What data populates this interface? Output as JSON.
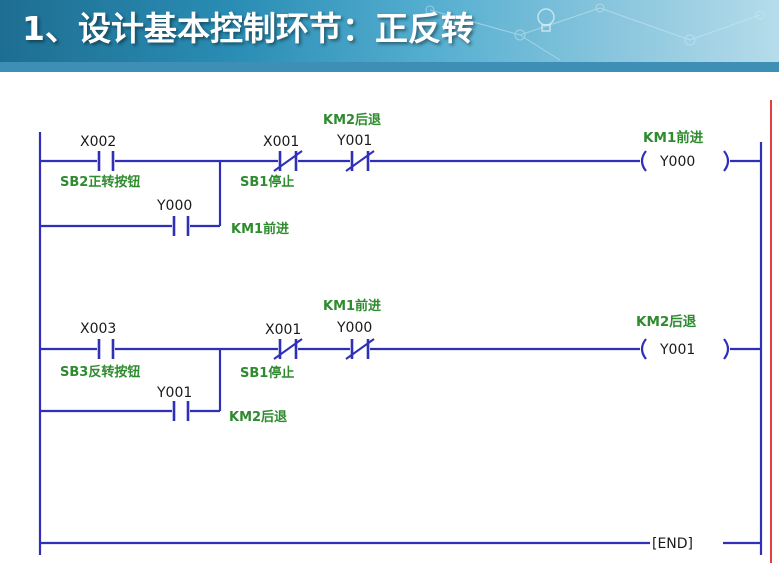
{
  "header": {
    "title": "1、设计基本控制环节：正反转"
  },
  "colors": {
    "wire": "#2f2fb8",
    "label_black": "#1a1a1a",
    "label_green": "#2e8b2e",
    "accent_red": "#e04040"
  },
  "rung1": {
    "start_contact": {
      "addr": "X002",
      "label": "SB2正转按钮"
    },
    "seal_contact": {
      "addr": "Y000",
      "label": "KM1前进"
    },
    "stop_contact": {
      "addr": "X001",
      "label": "SB1停止"
    },
    "interlock_contact": {
      "addr": "Y001",
      "label": "KM2后退"
    },
    "coil": {
      "addr": "Y000",
      "label": "KM1前进"
    }
  },
  "rung2": {
    "start_contact": {
      "addr": "X003",
      "label": "SB3反转按钮"
    },
    "seal_contact": {
      "addr": "Y001",
      "label": "KM2后退"
    },
    "stop_contact": {
      "addr": "X001",
      "label": "SB1停止"
    },
    "interlock_contact": {
      "addr": "Y000",
      "label": "KM1前进"
    },
    "coil": {
      "addr": "Y001",
      "label": "KM2后退"
    }
  },
  "end_rung": {
    "label": "[END]"
  },
  "icons": [
    "lightbulb-icon",
    "network-node-icon"
  ]
}
